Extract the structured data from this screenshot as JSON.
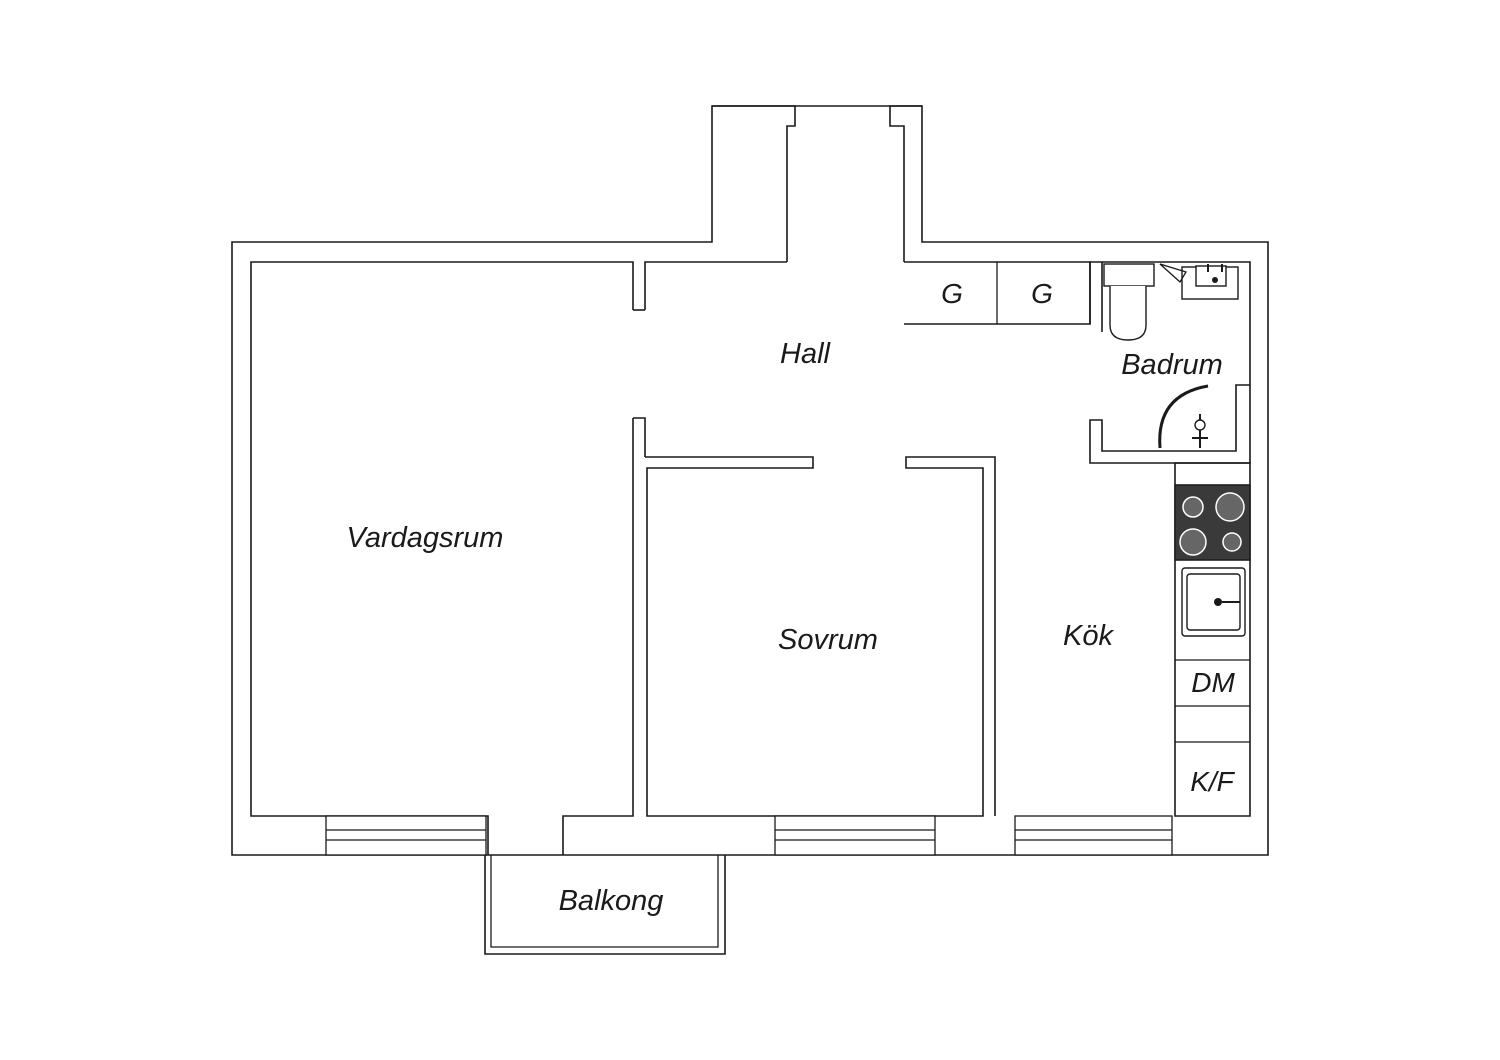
{
  "rooms": {
    "vardagsrum": "Vardagsrum",
    "sovrum": "Sovrum",
    "hall": "Hall",
    "kok": "Kök",
    "badrum": "Badrum",
    "balkong": "Balkong"
  },
  "closets": {
    "closet_1": "G",
    "closet_2": "G"
  },
  "appliances": {
    "dishwasher": "DM",
    "fridge_freezer": "K/F"
  },
  "colors": {
    "line": "#1a1a1a",
    "background": "#ffffff",
    "stove_fill": "#3a3a3a"
  },
  "icons": [
    "toilet-icon",
    "bathroom-sink-icon",
    "shower-icon",
    "stove-icon",
    "kitchen-sink-icon"
  ]
}
